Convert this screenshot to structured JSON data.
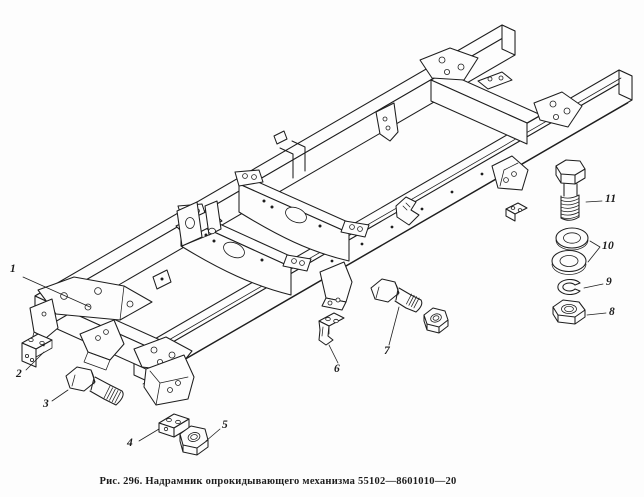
{
  "figure": {
    "caption": "Рис. 296. Надрамник опрокидывающего механизма 55102—8601010—20",
    "figure_label": "Рис. 296.",
    "title": "Надрамник опрокидывающего механизма",
    "part_number": "55102—8601010—20"
  },
  "callouts": [
    {
      "label": "1"
    },
    {
      "label": "2"
    },
    {
      "label": "3"
    },
    {
      "label": "4"
    },
    {
      "label": "5"
    },
    {
      "label": "6"
    },
    {
      "label": "7"
    },
    {
      "label": "8"
    },
    {
      "label": "9"
    },
    {
      "label": "10"
    },
    {
      "label": "11"
    }
  ],
  "colors": {
    "ink": "#1e1e1e",
    "paper": "#fdfdfd"
  }
}
